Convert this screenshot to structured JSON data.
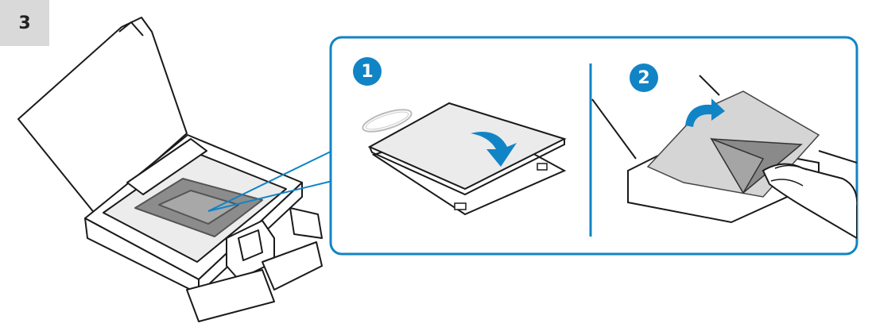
{
  "step": {
    "number": "3"
  },
  "panel": {
    "substeps": [
      {
        "number": "1"
      },
      {
        "number": "2"
      }
    ],
    "accent_color": "#1184c6"
  },
  "icons": [
    "dell-logo-icon",
    "down-arrow-icon",
    "rotate-arrow-icon",
    "hand-icon"
  ]
}
